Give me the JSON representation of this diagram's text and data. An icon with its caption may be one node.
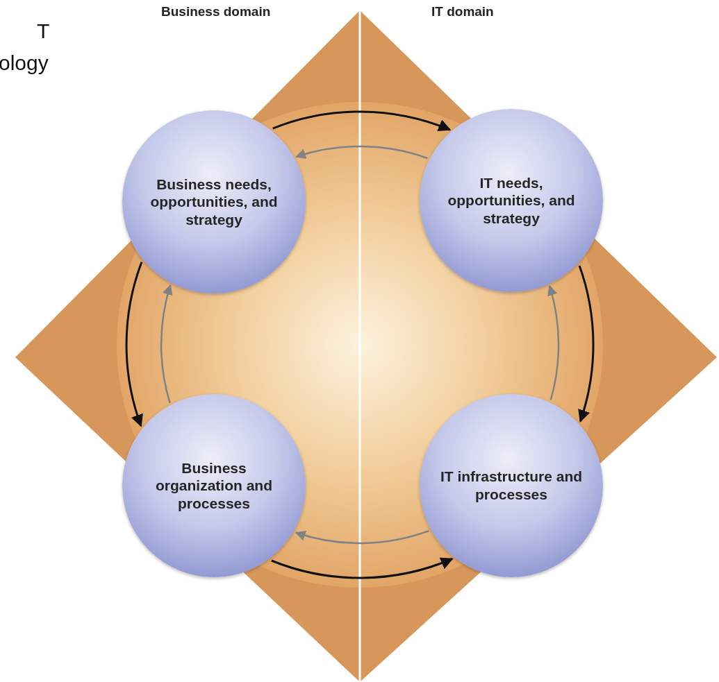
{
  "diagram": {
    "nodes": [
      {
        "text": [
          "Business needs, opportunities, and strategy"
        ]
      },
      {
        "text": [
          "IT needs, opportunities, and strategy"
        ]
      },
      {
        "text": [
          "Business organization and processes"
        ]
      },
      {
        "text": [
          "IT infrastructure and processes"
        ]
      }
    ],
    "edges": [
      {
        "from": 0,
        "to": 1,
        "arrow": "to"
      },
      {
        "from": 1,
        "to": 0,
        "arrow": "to",
        "color": "#7f8283"
      },
      {
        "from": 1,
        "to": 3,
        "arrow": "to"
      },
      {
        "from": 3,
        "to": 1,
        "arrow": "to",
        "color": "#7f8283"
      },
      {
        "from": 0,
        "to": 2,
        "arrow": "to"
      },
      {
        "from": 2,
        "to": 0,
        "arrow": "to",
        "color": "#7f8283"
      },
      {
        "from": 2,
        "to": 3,
        "arrow": "to"
      },
      {
        "from": 3,
        "to": 2,
        "arrow": "to",
        "color": "#7f8283"
      }
    ],
    "labels": [
      "Business domain",
      "IT domain",
      "T",
      "ology"
    ]
  }
}
